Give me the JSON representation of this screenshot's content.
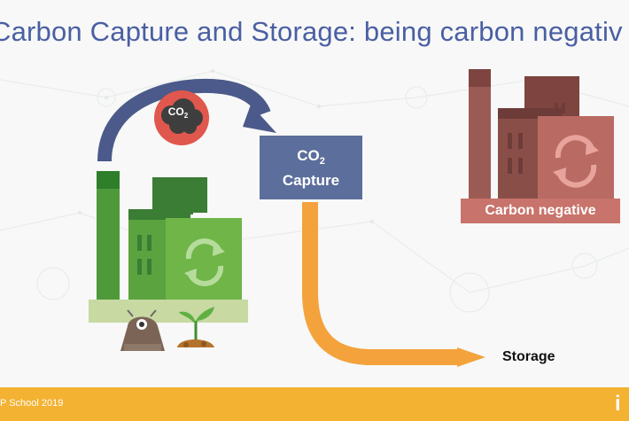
{
  "title": "Carbon Capture and Storage: being carbon negativ",
  "capture_box": {
    "line1": "CO",
    "line1_sub": "2",
    "line2": "Capture"
  },
  "co2_bubble": {
    "text": "CO",
    "sub": "2"
  },
  "storage_label": "Storage",
  "carbon_negative_label": "Carbon negative",
  "footer": {
    "text": "P School 2019",
    "logo": "i"
  },
  "icons": [
    "factory-green-icon",
    "factory-red-icon",
    "co2-cloud-icon",
    "recycle-icon",
    "seedling-icon",
    "monster-icon",
    "arrow-icon"
  ],
  "colors": {
    "title": "#4a5fa3",
    "capture_box": "#5c6e9b",
    "arc_arrow": "#4b5a8a",
    "pipe": "#f4a23c",
    "factory_green": "#4e9a3a",
    "factory_red": "#9c5a55",
    "negative_label": "#c8736b",
    "footer": "#f4b232"
  }
}
